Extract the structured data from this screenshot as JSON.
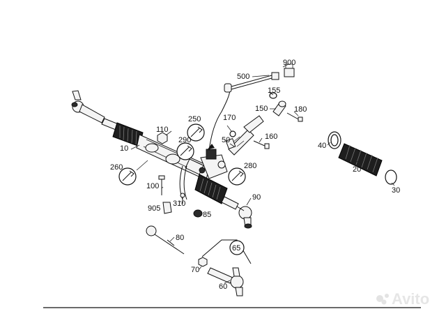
{
  "labels": {
    "l900": "900",
    "l500": "500",
    "l155": "155",
    "l150": "150",
    "l180": "180",
    "l250": "250",
    "l170": "170",
    "l110": "110",
    "l290": "290",
    "l50": "50",
    "l160": "160",
    "l10": "10",
    "l280": "280",
    "l260": "260",
    "l100": "100",
    "l905": "905",
    "l310": "310",
    "l85": "85",
    "l90": "90",
    "l40": "40",
    "l20": "20",
    "l30": "30",
    "l80": "80",
    "l65": "65",
    "l70": "70",
    "l60": "60"
  },
  "watermark": "Avito"
}
